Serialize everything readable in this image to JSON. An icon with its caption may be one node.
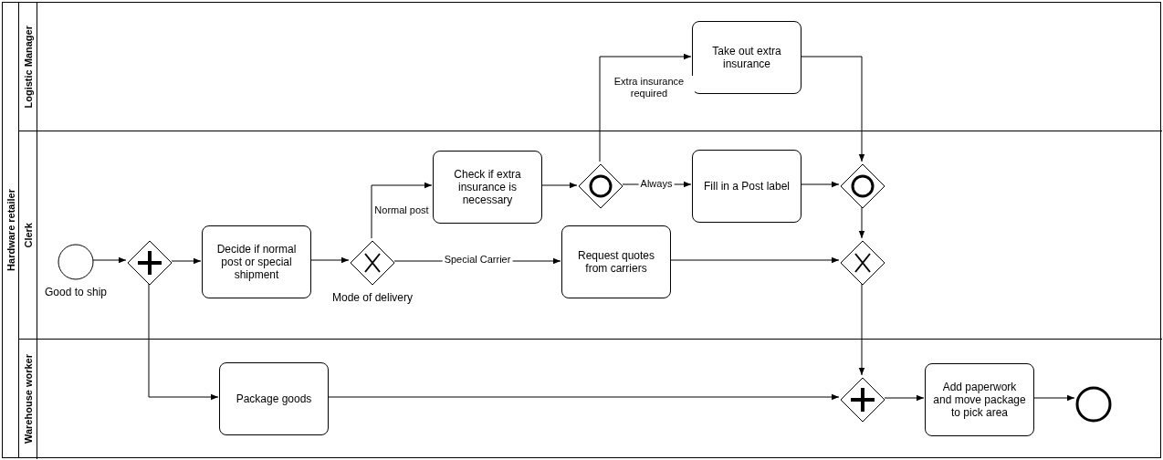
{
  "diagram": {
    "nodes": [
      {
        "text": [
          "Hardware retailer"
        ]
      },
      {
        "text": [
          "Logistic Manager"
        ],
        "in": 0
      },
      {
        "text": [
          "Clerk"
        ],
        "in": 0
      },
      {
        "text": [
          "Warehouse worker"
        ],
        "in": 0
      },
      {
        "text": [
          "Take out extra insurance"
        ],
        "in": 1
      },
      {
        "text": [],
        "shape": "circle",
        "in": 2,
        "beside": [
          "Good to ship"
        ]
      },
      {
        "text": [],
        "shape": "diamond",
        "in": 2
      },
      {
        "text": [
          "Decide if normal post or special shipment"
        ],
        "in": 2
      },
      {
        "text": [],
        "shape": "diamond",
        "in": 2,
        "beside": [
          "Mode of delivery"
        ]
      },
      {
        "text": [
          "Check if extra insurance is necessary"
        ],
        "in": 2
      },
      {
        "text": [
          "Request quotes from carriers"
        ],
        "in": 2
      },
      {
        "text": [],
        "shape": "diamond",
        "in": 2
      },
      {
        "text": [
          "Fill in a Post label"
        ],
        "in": 2
      },
      {
        "text": [],
        "shape": "diamond",
        "in": 2
      },
      {
        "text": [],
        "shape": "diamond",
        "in": 2
      },
      {
        "text": [
          "Package goods"
        ],
        "in": 3
      },
      {
        "text": [],
        "shape": "diamond",
        "in": 3
      },
      {
        "text": [
          "Add paperwork and move package to pick area"
        ],
        "in": 3
      },
      {
        "text": [],
        "shape": "circle",
        "in": 3
      }
    ],
    "edges": [
      {
        "from": 5,
        "to": 6,
        "arrow": "to"
      },
      {
        "from": 6,
        "to": 7,
        "arrow": "to"
      },
      {
        "from": 6,
        "to": 15,
        "arrow": "to"
      },
      {
        "from": 7,
        "to": 8,
        "arrow": "to"
      },
      {
        "from": 8,
        "to": 9,
        "arrow": "to",
        "label": "Normal post"
      },
      {
        "from": 8,
        "to": 10,
        "arrow": "to",
        "label": "Special Carrier"
      },
      {
        "from": 9,
        "to": 11,
        "arrow": "to"
      },
      {
        "from": 11,
        "to": 4,
        "arrow": "to",
        "label": "Extra insurance required"
      },
      {
        "from": 11,
        "to": 12,
        "arrow": "to",
        "label": "Always"
      },
      {
        "from": 4,
        "to": 13,
        "arrow": "to"
      },
      {
        "from": 12,
        "to": 13,
        "arrow": "to"
      },
      {
        "from": 13,
        "to": 14,
        "arrow": "to"
      },
      {
        "from": 10,
        "to": 14,
        "arrow": "to"
      },
      {
        "from": 14,
        "to": 16,
        "arrow": "to"
      },
      {
        "from": 15,
        "to": 16,
        "arrow": "to"
      },
      {
        "from": 16,
        "to": 17,
        "arrow": "to"
      },
      {
        "from": 17,
        "to": 18,
        "arrow": "to"
      }
    ]
  }
}
